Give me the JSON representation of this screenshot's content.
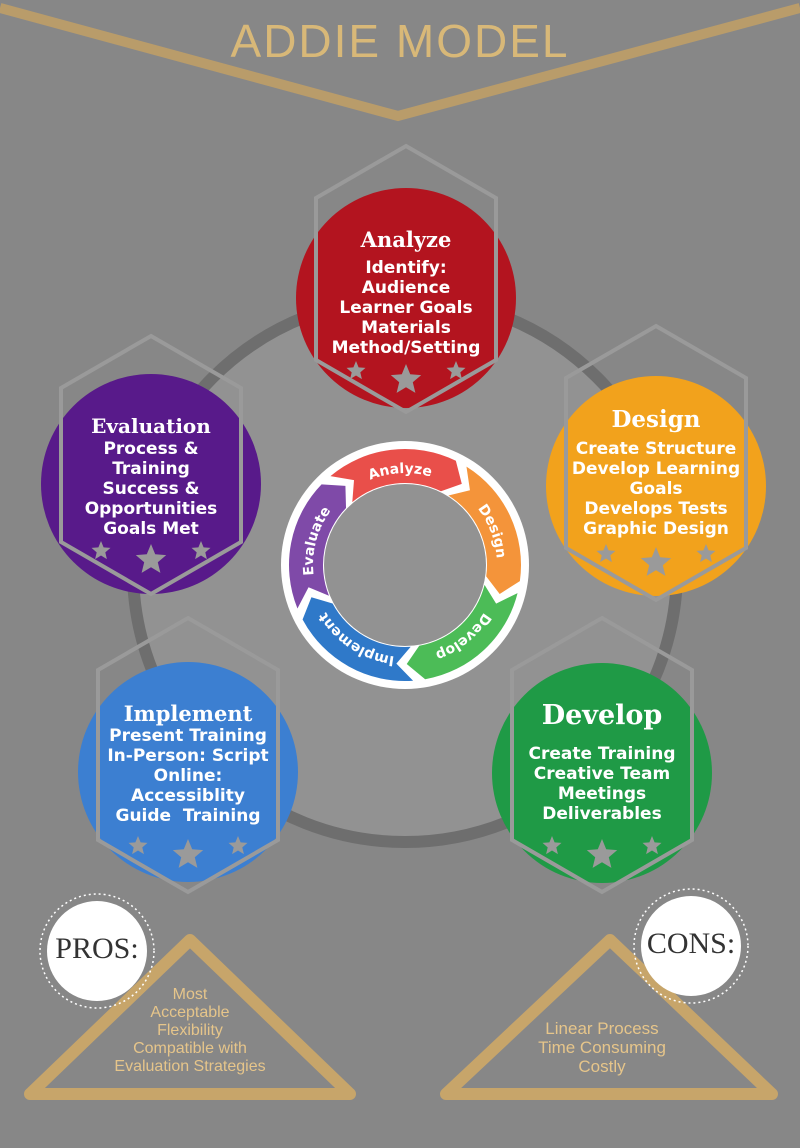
{
  "title": "ADDIE MODEL",
  "colors": {
    "background": "#878787",
    "gold": "#c7a56a",
    "analyze": "#b3141f",
    "design": "#f2a21c",
    "develop": "#1f9a46",
    "implement": "#3c7fd1",
    "evaluation": "#581a8a"
  },
  "cycle": [
    "Analyze",
    "Design",
    "Develop",
    "Implement",
    "Evaluate"
  ],
  "nodes": {
    "analyze": {
      "title": "Analyze",
      "lines": [
        "Identify:",
        "Audience",
        "Learner Goals",
        "Materials",
        "Method/Setting"
      ]
    },
    "design": {
      "title": "Design",
      "lines": [
        "Create Structure",
        "Develop Learning",
        "Goals",
        "Develops Tests",
        "Graphic Design"
      ]
    },
    "develop": {
      "title": "Develop",
      "lines": [
        "Create Training",
        "Creative Team",
        "Meetings",
        "Deliverables"
      ]
    },
    "implement": {
      "title": "Implement",
      "lines": [
        "Present Training",
        "In-Person: Script",
        "Online:",
        "Accessiblity",
        "Guide  Training"
      ]
    },
    "evaluation": {
      "title": "Evaluation",
      "lines": [
        "Process &",
        "Training",
        "Success &",
        "Opportunities",
        "Goals Met"
      ]
    }
  },
  "pros": {
    "label": "PROS:",
    "lines": [
      "Most",
      "Acceptable",
      "Flexibility",
      "Compatible with",
      "Evaluation Strategies"
    ]
  },
  "cons": {
    "label": "CONS:",
    "lines": [
      "Linear Process",
      "Time Consuming",
      "Costly"
    ]
  }
}
